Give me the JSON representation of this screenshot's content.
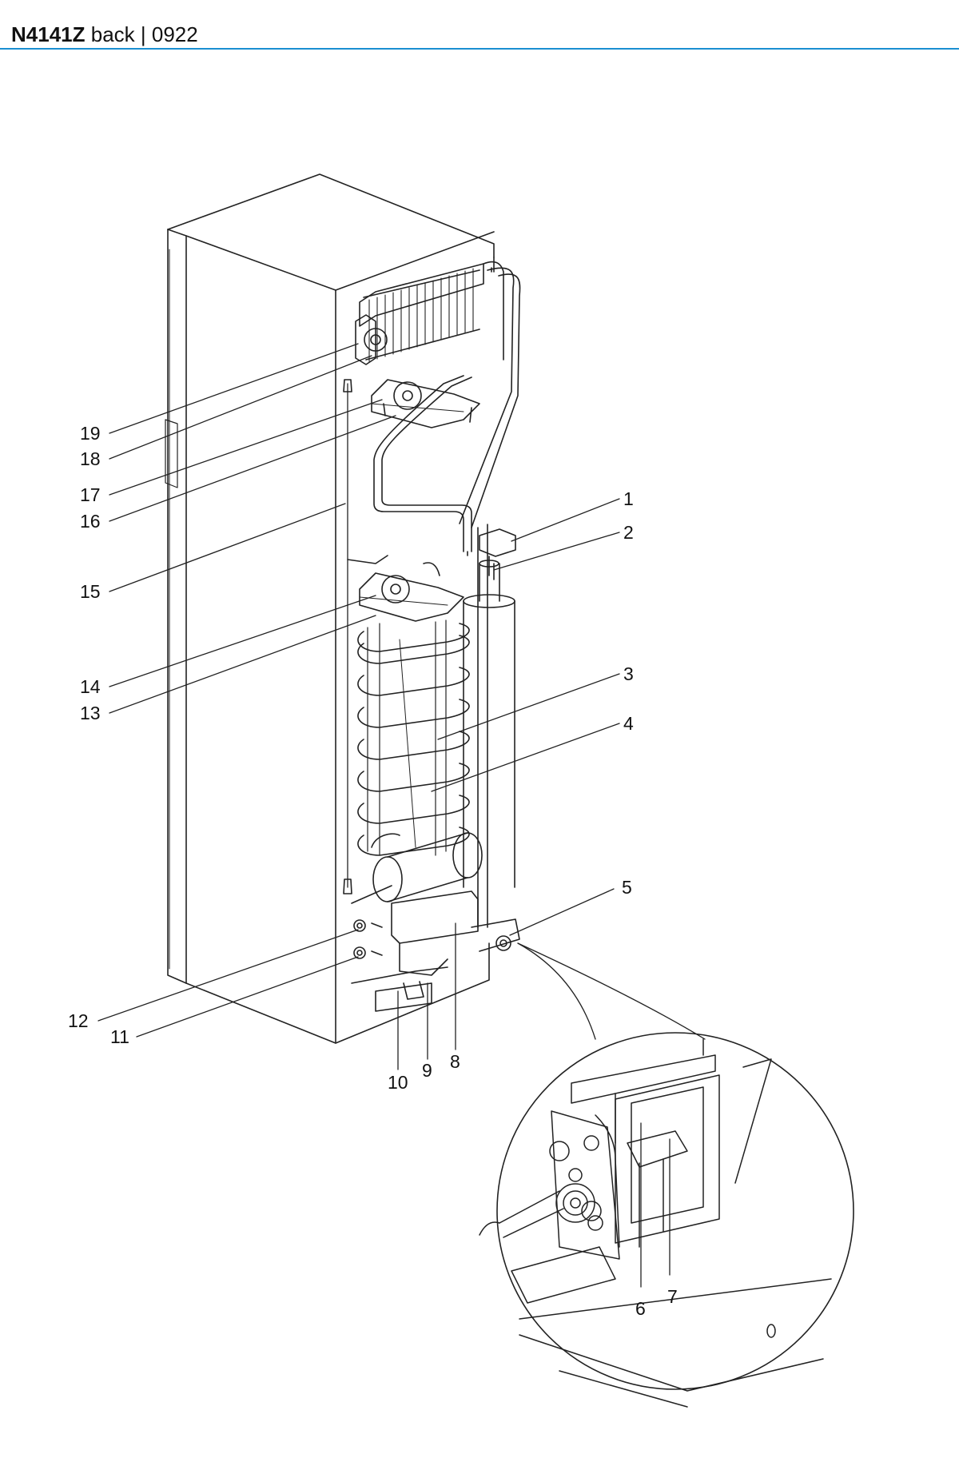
{
  "header": {
    "model": "N4141Z",
    "view": "back",
    "separator": "|",
    "code": "0922"
  },
  "diagram": {
    "callouts": [
      {
        "id": "1",
        "label": "1"
      },
      {
        "id": "2",
        "label": "2"
      },
      {
        "id": "3",
        "label": "3"
      },
      {
        "id": "4",
        "label": "4"
      },
      {
        "id": "5",
        "label": "5"
      },
      {
        "id": "6",
        "label": "6"
      },
      {
        "id": "7",
        "label": "7"
      },
      {
        "id": "8",
        "label": "8"
      },
      {
        "id": "9",
        "label": "9"
      },
      {
        "id": "10",
        "label": "10"
      },
      {
        "id": "11",
        "label": "11"
      },
      {
        "id": "12",
        "label": "12"
      },
      {
        "id": "13",
        "label": "13"
      },
      {
        "id": "14",
        "label": "14"
      },
      {
        "id": "15",
        "label": "15"
      },
      {
        "id": "16",
        "label": "16"
      },
      {
        "id": "17",
        "label": "17"
      },
      {
        "id": "18",
        "label": "18"
      },
      {
        "id": "19",
        "label": "19"
      }
    ]
  }
}
